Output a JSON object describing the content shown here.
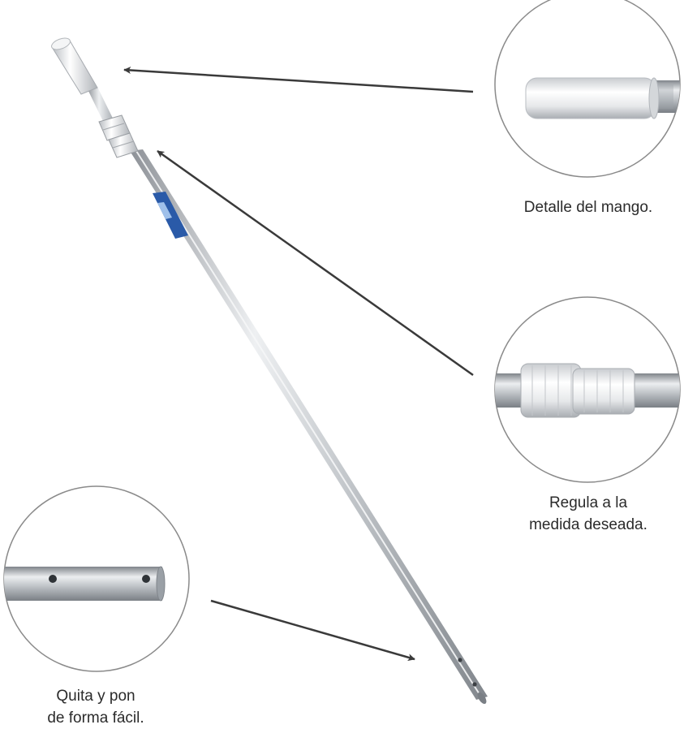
{
  "callouts": {
    "handle": {
      "caption": "Detalle del mango."
    },
    "adjust": {
      "caption_line1": "Regula a la",
      "caption_line2": "medida deseada."
    },
    "remove": {
      "caption_line1": "Quita y pon",
      "caption_line2": "de forma fácil."
    }
  },
  "colors": {
    "background": "#ffffff",
    "circle_border": "#8a8a8a",
    "arrow": "#3a3a3a",
    "pole_silver": "#c9ccd0",
    "handle_white": "#eef0f2",
    "label_blue": "#2a5aa8",
    "text": "#2b2b2b"
  }
}
